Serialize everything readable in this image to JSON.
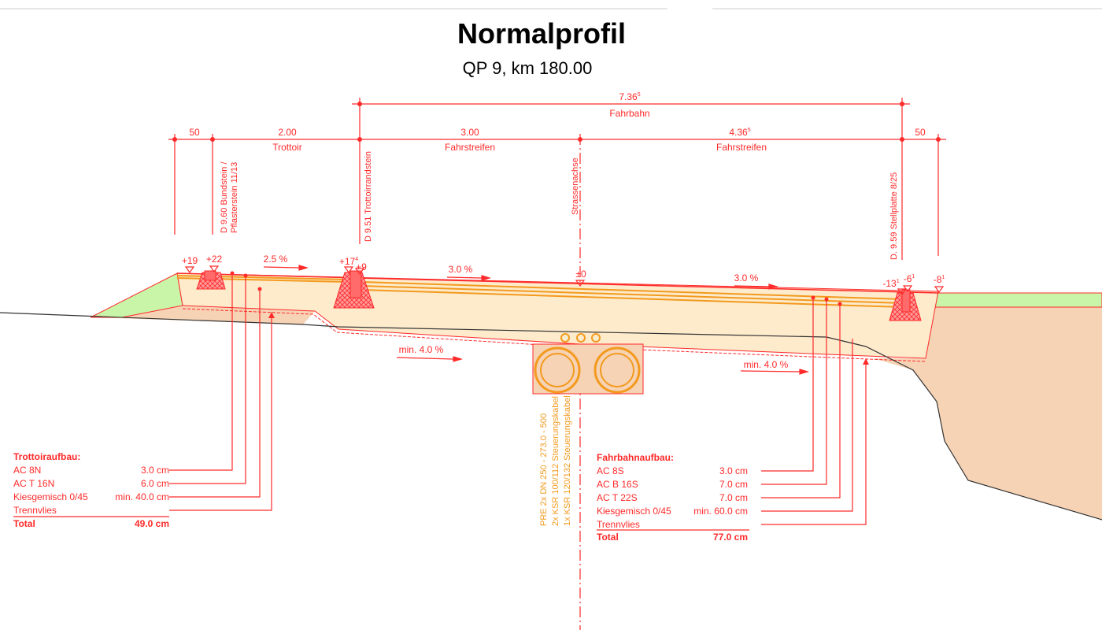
{
  "header": {
    "title": "Normalprofil",
    "subtitle": "QP 9, km 180.00"
  },
  "dimensions": {
    "total": {
      "value": "7.36",
      "sup": "5",
      "label": "Fahrbahn"
    },
    "segments": [
      {
        "value": "50",
        "sup": "",
        "label": ""
      },
      {
        "value": "2.00",
        "sup": "",
        "label": "Trottoir"
      },
      {
        "value": "3.00",
        "sup": "",
        "label": "Fahrstreifen"
      },
      {
        "value": "4.36",
        "sup": "5",
        "label": "Fahrstreifen"
      },
      {
        "value": "50",
        "sup": "",
        "label": ""
      }
    ]
  },
  "callouts": {
    "bundstein_1": "D 9.60 Bundstein /",
    "bundstein_2": "Pflasterstein 11/13",
    "randstein": "D 9.51 Trottoirrandstein",
    "achse": "Strassenachse",
    "stellplatte": "D. 9.59 Stellplatte 8/25"
  },
  "elevations": {
    "e1": "+19",
    "e2": "+22",
    "e3": "+17",
    "e3sup": "4",
    "e4": "+9",
    "e5": "±0",
    "e6": "-13",
    "e6sup": "1",
    "e7": "-6",
    "e7sup": "1",
    "e8": "-8",
    "e8sup": "1"
  },
  "slopes": {
    "s1": "2.5 %",
    "s2": "3.0 %",
    "s3": "min. 4.0 %",
    "s4": "3.0 %",
    "s5": "min. 4.0 %"
  },
  "pipes": [
    "PRE 2x DN 250 - 273.0 - 500",
    "2x KSR 100/112 Steuerungskabel",
    "1x KSR 120/132 Steuerungskabel"
  ],
  "trottoir_build": {
    "title": "Trottoiraufbau:",
    "rows": [
      {
        "name": "AC 8N",
        "value": "3.0 cm"
      },
      {
        "name": "AC T 16N",
        "value": "6.0 cm"
      },
      {
        "name": "Kiesgemisch 0/45",
        "value": "min. 40.0 cm"
      },
      {
        "name": "Trennvlies",
        "value": ""
      }
    ],
    "total_label": "Total",
    "total_value": "49.0 cm"
  },
  "road_build": {
    "title": "Fahrbahnaufbau:",
    "rows": [
      {
        "name": "AC 8S",
        "value": "3.0 cm"
      },
      {
        "name": "AC B 16S",
        "value": "7.0 cm"
      },
      {
        "name": "AC T 22S",
        "value": "7.0 cm"
      },
      {
        "name": "Kiesgemisch 0/45",
        "value": "min. 60.0 cm"
      },
      {
        "name": "Trennvlies",
        "value": ""
      }
    ],
    "total_label": "Total",
    "total_value": "77.0 cm"
  },
  "colors": {
    "red": "#ff2a2a",
    "orange": "#f39a1e",
    "fill": "#fdebcc",
    "soil": "#f6d3b5",
    "grass": "#c8f5a8"
  }
}
